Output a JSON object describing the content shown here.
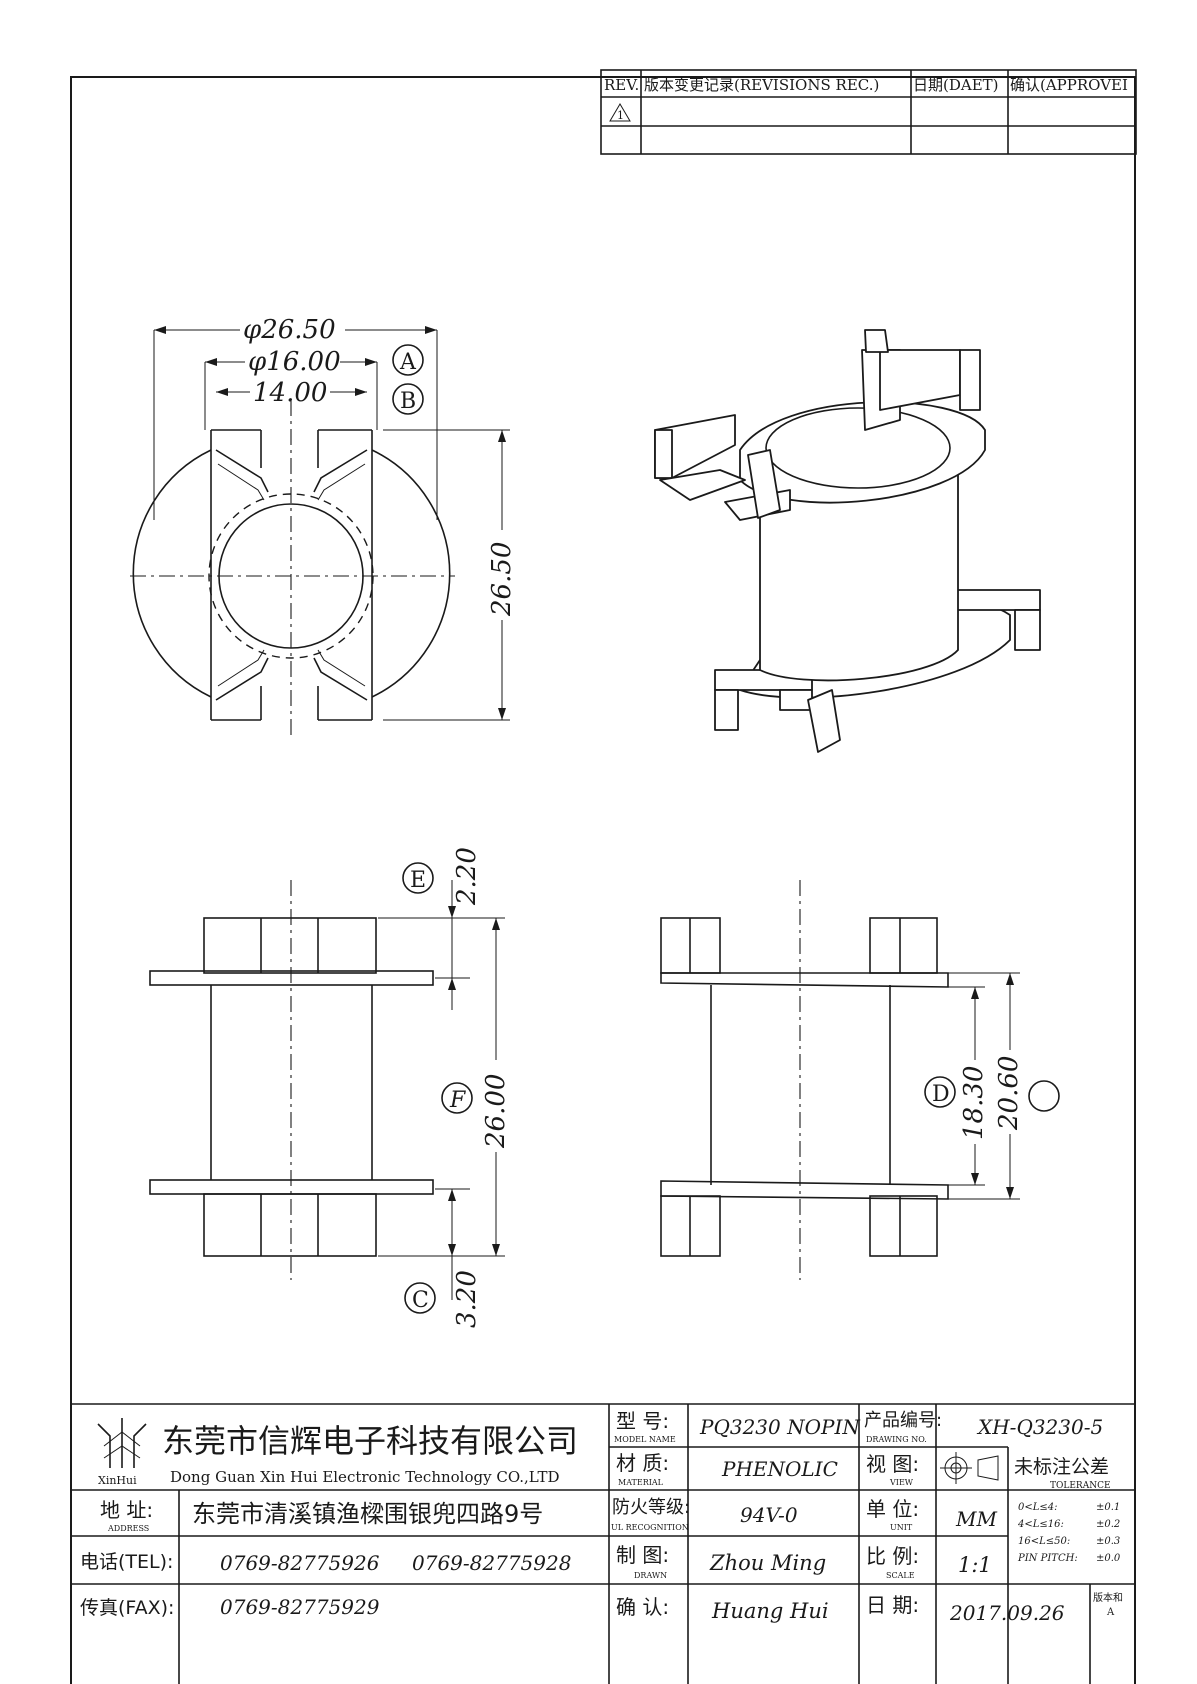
{
  "revisions": {
    "headers": [
      "REV.",
      "版本变更记录(REVISIONS REC.)",
      "日期(DAET)",
      "确认(APPROVEI"
    ],
    "rev_symbol": "1"
  },
  "top_view": {
    "dim_outer": "φ26.50",
    "dim_inner": "φ16.00",
    "dim_slot": "14.00",
    "dim_height": "26.50",
    "ref_a": "A",
    "ref_b": "B"
  },
  "side_view": {
    "dim_top": "2.20",
    "dim_total": "26.00",
    "dim_bottom": "3.20",
    "ref_e": "E",
    "ref_f": "F",
    "ref_c": "C"
  },
  "front_view": {
    "dim_inner": "18.30",
    "dim_outer": "20.60",
    "ref_d": "D"
  },
  "title_block": {
    "company_cn": "东莞市信辉电子科技有限公司",
    "company_en": "Dong Guan Xin Hui Electronic Technology CO.,LTD",
    "logo_text": "XinHui",
    "address_label": "地 址:",
    "address_label_en": "ADDRESS",
    "address": "东莞市清溪镇渔樑围银兜四路9号",
    "tel_label": "电话(TEL):",
    "tel1": "0769-82775926",
    "tel2": "0769-82775928",
    "fax_label": "传真(FAX):",
    "fax": "0769-82775929",
    "model_label": "型 号:",
    "model_label_en": "MODEL NAME",
    "model": "PQ3230 NOPIN",
    "material_label": "材 质:",
    "material_label_en": "MATERIAL",
    "material": "PHENOLIC",
    "fire_label": "防火等级:",
    "fire_label_en": "UL RECOGNITION",
    "fire": "94V-0",
    "drawn_label": "制 图:",
    "drawn_label_en": "DRAWN",
    "drawn": "Zhou Ming",
    "confirm_label": "确 认:",
    "confirm": "Huang Hui",
    "drawing_no_label": "产品编号:",
    "drawing_no_label_en": "DRAWING NO.",
    "drawing_no": "XH-Q3230-5",
    "view_label": "视 图:",
    "view_label_en": "VIEW",
    "unit_label": "单 位:",
    "unit_label_en": "UNIT",
    "unit": "MM",
    "scale_label": "比 例:",
    "scale_label_en": "SCALE",
    "scale": "1:1",
    "date_label": "日 期:",
    "date": "2017.09.26",
    "version_label": "版本和",
    "version": "A",
    "tolerance_title": "未标注公差",
    "tolerance_en": "TOLERANCE",
    "tolerances": [
      {
        "range": "0<L≤4:",
        "value": "±0.1"
      },
      {
        "range": "4<L≤16:",
        "value": "±0.2"
      },
      {
        "range": "16<L≤50:",
        "value": "±0.3"
      },
      {
        "range": "PIN PITCH:",
        "value": "±0.0"
      }
    ]
  }
}
